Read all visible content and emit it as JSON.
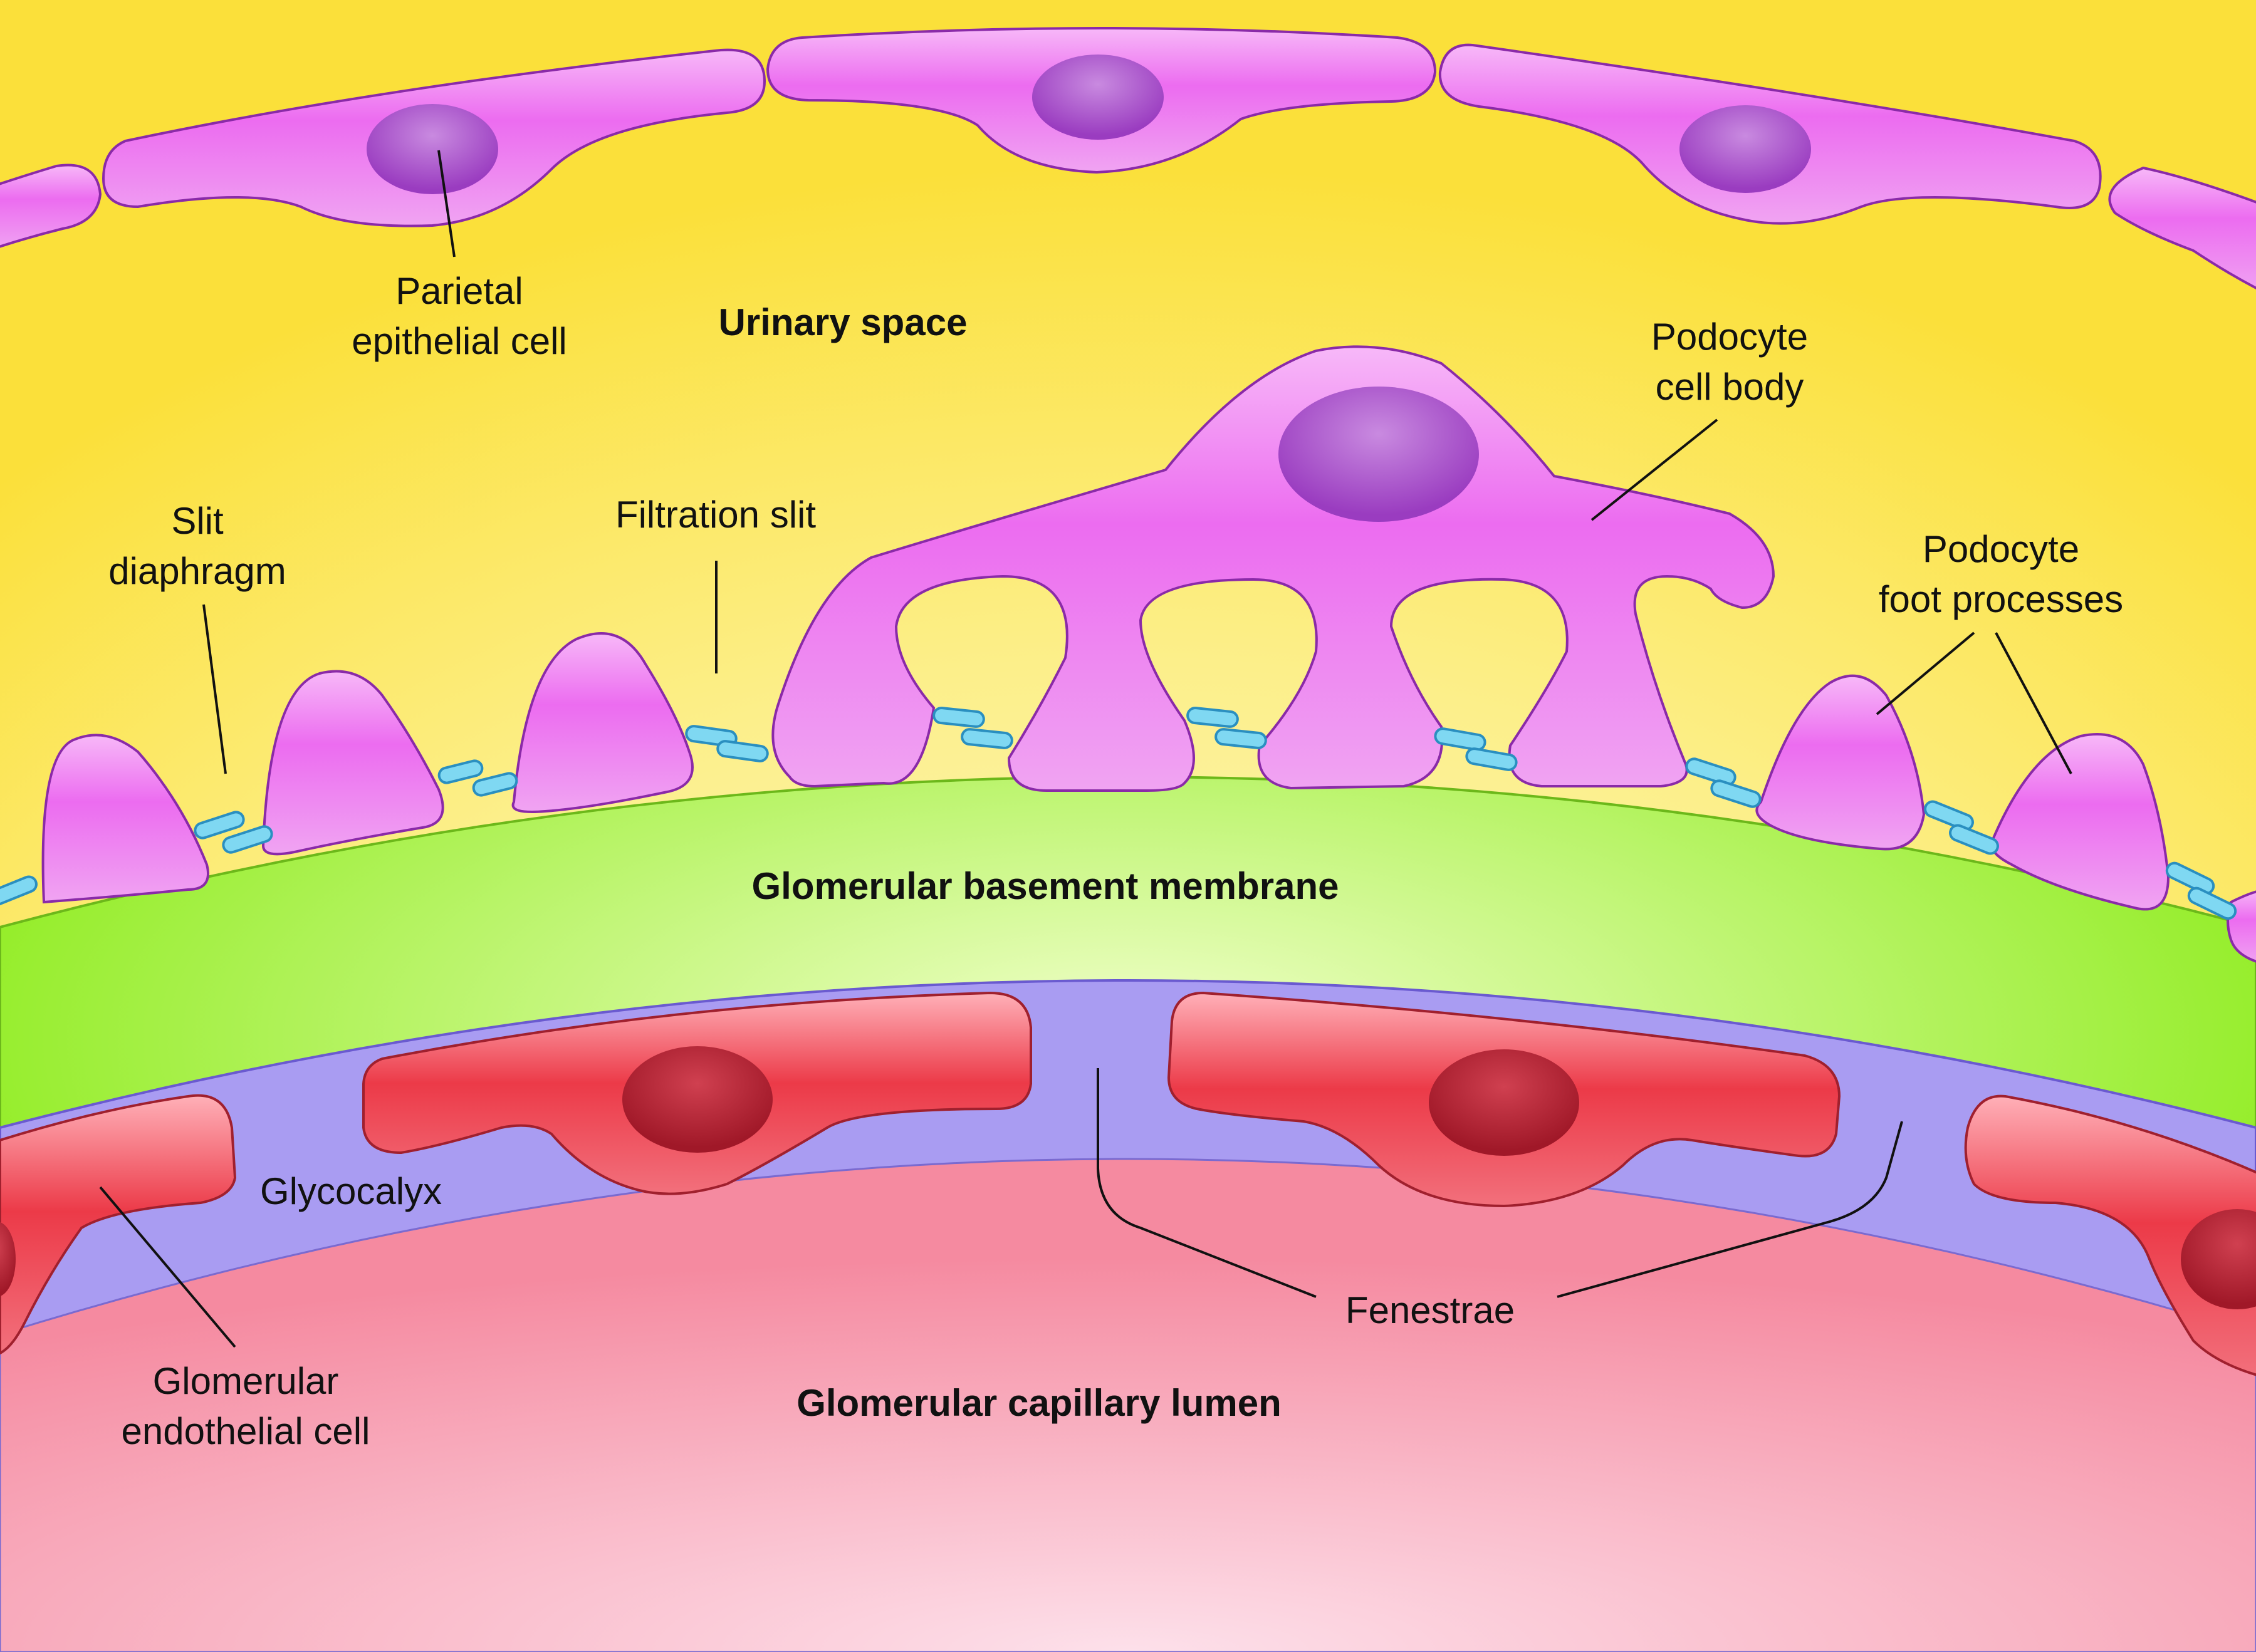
{
  "regions": {
    "urinary_space": "Urinary space",
    "gbm": "Glomerular basement membrane",
    "capillary_lumen": "Glomerular capillary lumen"
  },
  "labels": {
    "parietal_cell": [
      "Parietal",
      "epithelial cell"
    ],
    "podocyte_body": [
      "Podocyte",
      "cell body"
    ],
    "slit_diaphragm": [
      "Slit",
      "diaphragm"
    ],
    "filtration_slit": "Filtration slit",
    "foot_processes": [
      "Podocyte",
      "foot processes"
    ],
    "glycocalyx": "Glycocalyx",
    "endothelial_cell": [
      "Glomerular",
      "endothelial cell"
    ],
    "fenestrae": "Fenestrae"
  },
  "colors": {
    "urinary_space": "#fbe64a",
    "gbm": "#8ef01a",
    "glycocalyx": "#a99cf2",
    "lumen": "#f58aa0",
    "epithelial_cell": "#ec6cf0",
    "nucleus": "#a64cc8",
    "endothelial_cell": "#ec3a48",
    "endothelial_nucleus": "#b02030",
    "slit_diaphragm": "#7fd8f2"
  }
}
